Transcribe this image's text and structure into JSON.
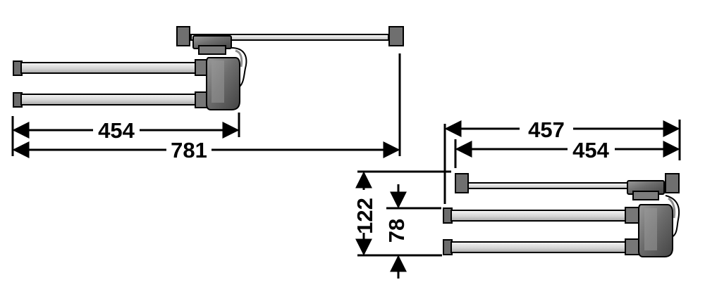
{
  "dimensions": {
    "top_left_width": "454",
    "top_total_width": "781",
    "bottom_outer_width": "457",
    "bottom_inner_width": "454",
    "bottom_total_height": "122",
    "bottom_bar_spacing": "78"
  },
  "colors": {
    "line": "#000000",
    "bar_fill": "#d6d6d6",
    "bar_highlight": "#f2f2f2",
    "body_fill": "#6f6f6f",
    "body_shadow": "#4a4a4a",
    "bracket_fill": "#8a8a8a"
  }
}
